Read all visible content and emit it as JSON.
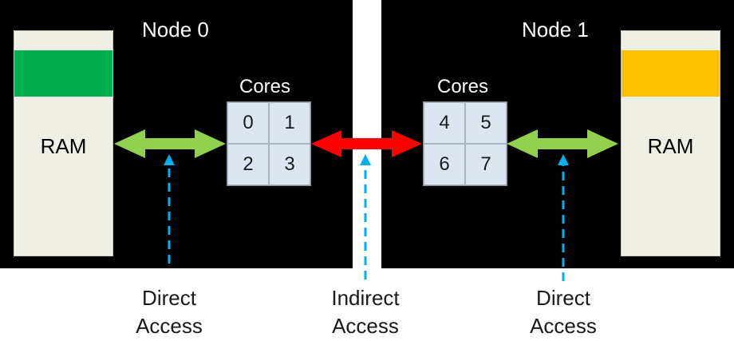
{
  "nodes": [
    {
      "title": "Node 0",
      "ram_label": "RAM",
      "ram_color": "#00b050",
      "cores_label": "Cores",
      "cores": [
        "0",
        "1",
        "2",
        "3"
      ]
    },
    {
      "title": "Node 1",
      "ram_label": "RAM",
      "ram_color": "#ffc000",
      "cores_label": "Cores",
      "cores": [
        "4",
        "5",
        "6",
        "7"
      ]
    }
  ],
  "access": [
    {
      "line1": "Direct",
      "line2": "Access",
      "arrow_color": "#92d050"
    },
    {
      "line1": "Indirect",
      "line2": "Access",
      "arrow_color": "#ff0000"
    },
    {
      "line1": "Direct",
      "line2": "Access",
      "arrow_color": "#92d050"
    }
  ],
  "colors": {
    "pointer": "#00b0f0",
    "node_bg": "#000000"
  }
}
